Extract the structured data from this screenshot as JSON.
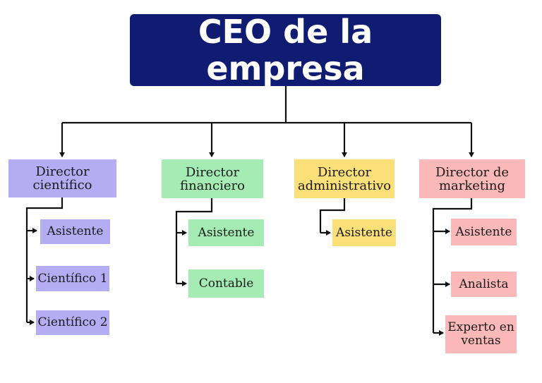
{
  "ceo": {
    "label": "CEO de la empresa"
  },
  "departments": [
    {
      "director": "Director\ncientífico",
      "staff": [
        "Asistente",
        "Científico 1",
        "Científico 2"
      ]
    },
    {
      "director": "Director\nfinanciero",
      "staff": [
        "Asistente",
        "Contable"
      ]
    },
    {
      "director": "Director\nadministrativo",
      "staff": [
        "Asistente"
      ]
    },
    {
      "director": "Director de\nmarketing",
      "staff": [
        "Asistente",
        "Analista",
        "Experto en\nventas"
      ]
    }
  ],
  "colors": {
    "ceo": "#0f1c72",
    "cientifico": "#b4adf3",
    "financiero": "#a4ecb4",
    "administrativo": "#fbe07a",
    "marketing": "#fbb8b8",
    "lines": "#111111"
  }
}
